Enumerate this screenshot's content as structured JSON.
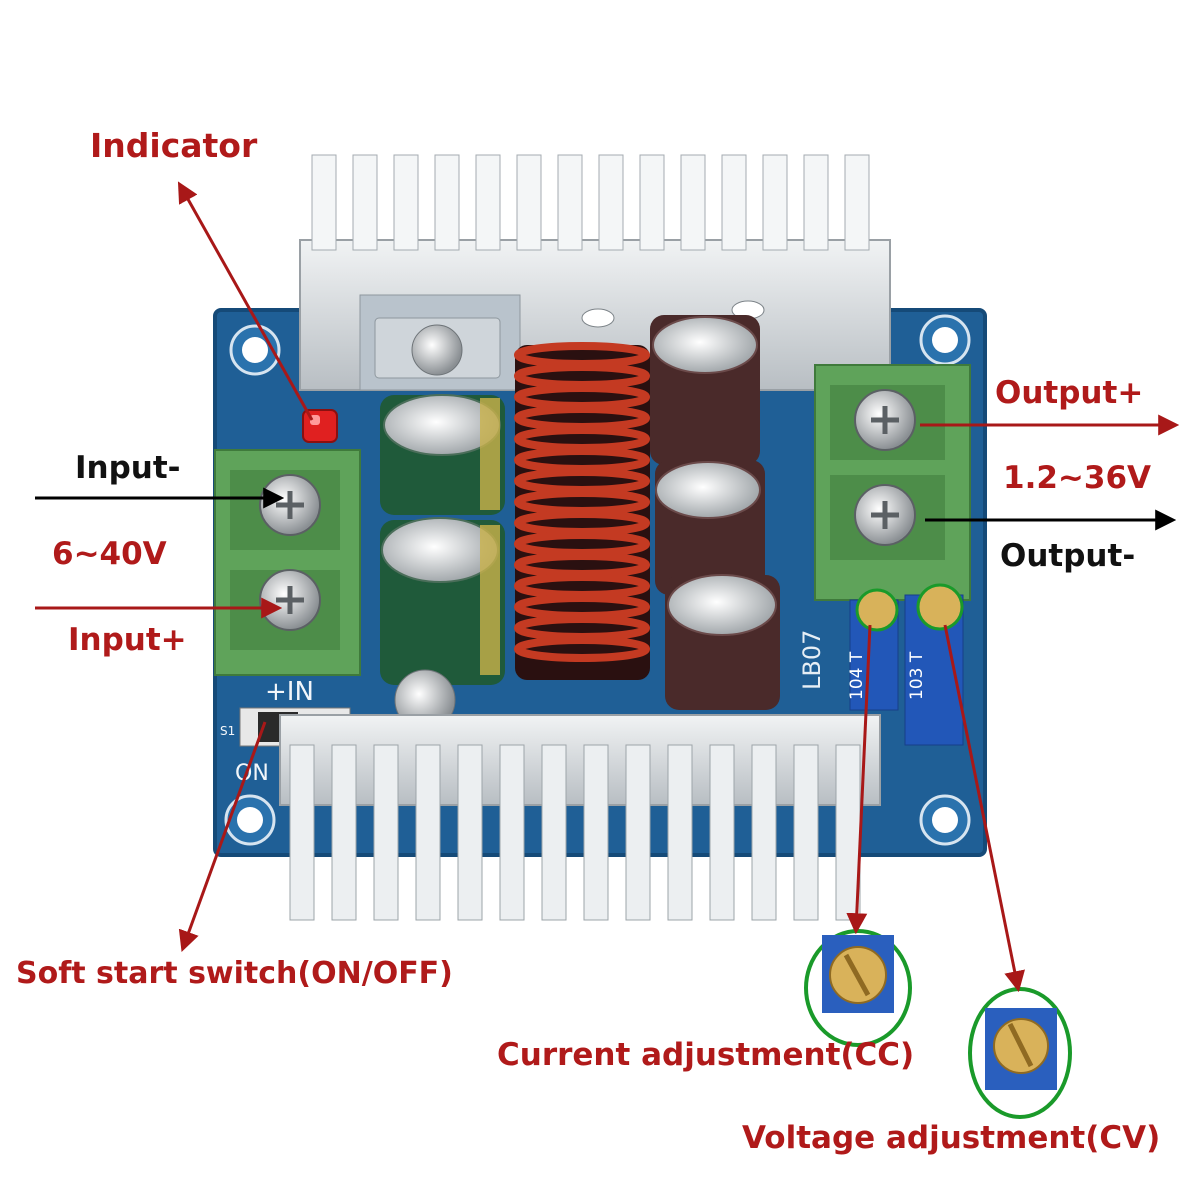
{
  "labels": {
    "indicator": "Indicator",
    "input_minus": "Input-",
    "input_range": "6~40V",
    "input_plus": "Input+",
    "output_plus": "Output+",
    "output_range": "1.2~36V",
    "output_minus": "Output-",
    "soft_start": "Soft start switch(ON/OFF)",
    "current_adjust": "Current adjustment(CC)",
    "voltage_adjust": "Voltage adjustment(CV)"
  },
  "silkscreen": {
    "in_plus": "+IN",
    "board_id": "LB07",
    "switch_ref": "S1",
    "switch_state": "ON",
    "trimmer_code_1": "104 T",
    "trimmer_code_2": "103 T"
  },
  "colors": {
    "label_red": "#b01a1a",
    "label_black": "#111111",
    "arrow_red": "#a81818",
    "arrow_black": "#000000",
    "pcb_blue": "#1f5f96",
    "terminal_green": "#5fa35a",
    "heatsink_silver": "#d9dde0",
    "inductor_copper": "#c43a22",
    "circle_green": "#1a9a2a"
  },
  "icons": {
    "indicator_led": "led-icon",
    "screw_terminal": "screw-icon",
    "trimmer_pot": "potentiometer-icon"
  }
}
